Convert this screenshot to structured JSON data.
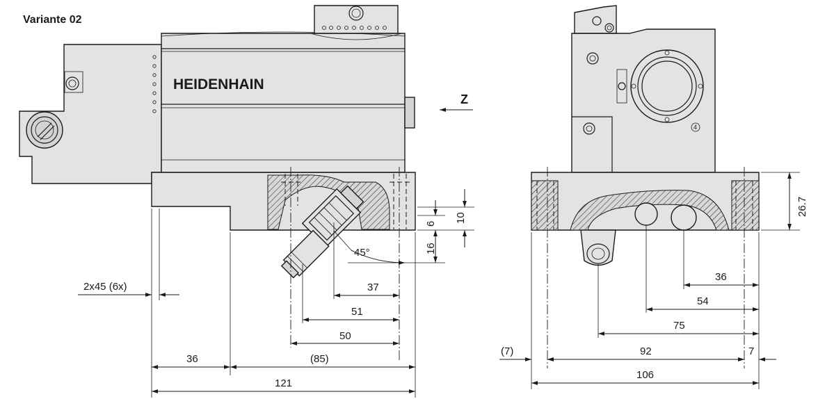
{
  "title": "Variante 02",
  "brand": "HEIDENHAIN",
  "view_label": "Z",
  "marker_label": "4",
  "dimensions": {
    "overall_length": "121",
    "offset_left": "36",
    "length_ref": "(85)",
    "chamfer": "2x45 (6x)",
    "d37": "37",
    "d51": "51",
    "d50": "50",
    "angle": "45°",
    "d6": "6",
    "d10": "10",
    "d16": "16",
    "side_height": "26.7",
    "side_width": "106",
    "side_inner": "92",
    "side_left_ref": "(7)",
    "side_right": "7",
    "side_36": "36",
    "side_54": "54",
    "side_75": "75"
  }
}
